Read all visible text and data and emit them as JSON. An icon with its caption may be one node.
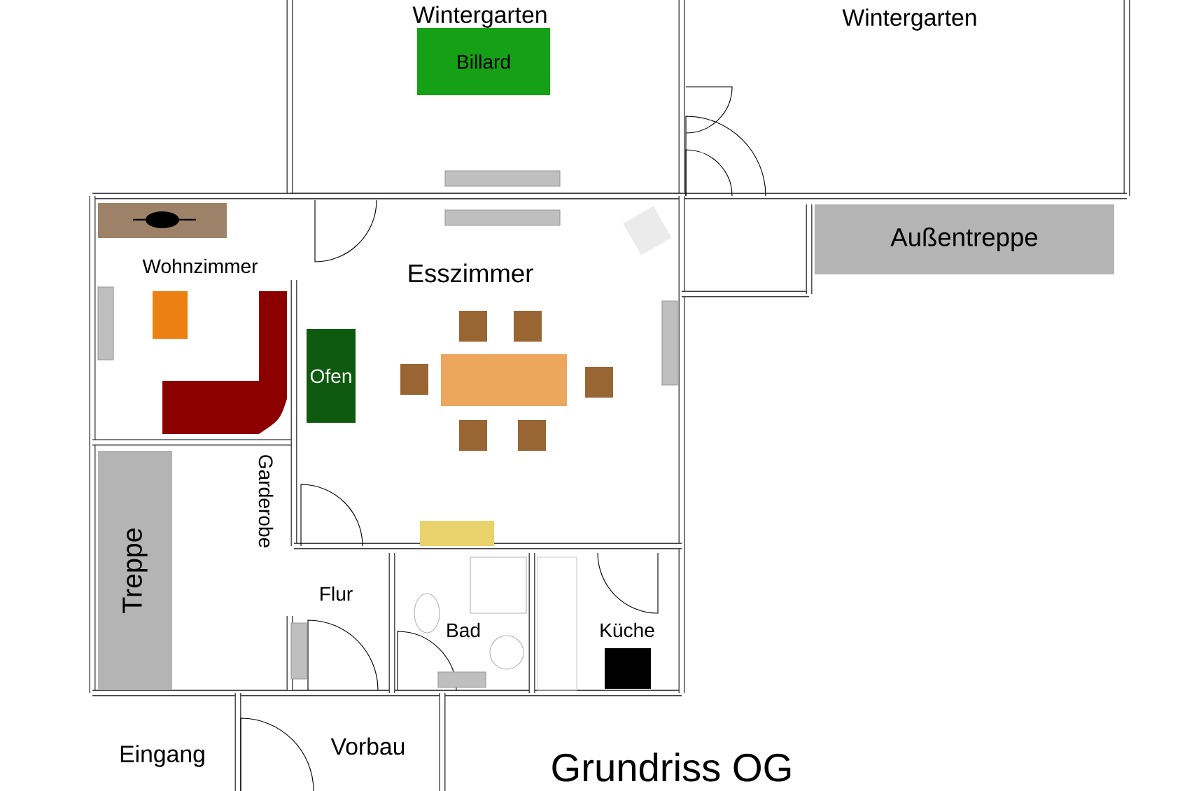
{
  "diagram": {
    "title": "Grundriss OG",
    "nodes": [
      {
        "text": [
          "Billard"
        ]
      },
      {
        "text": [
          "Außentreppe"
        ]
      },
      {
        "text": [
          "Ofen"
        ]
      },
      {
        "text": [
          "Treppe"
        ]
      }
    ],
    "labels": [
      "Wintergarten",
      "Wintergarten",
      "Wohnzimmer",
      "Esszimmer",
      "Garderobe",
      "Flur",
      "Bad",
      "Küche",
      "Eingang",
      "Vorbau"
    ]
  }
}
